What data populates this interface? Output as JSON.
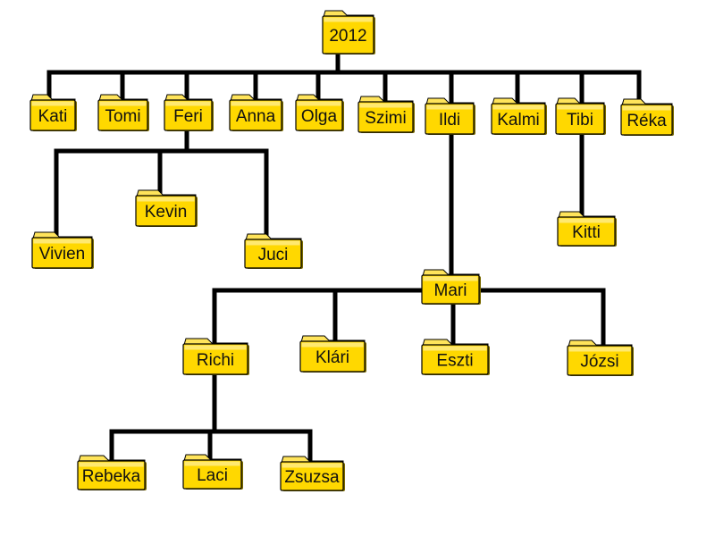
{
  "colors": {
    "folder_fill": "#FFD800",
    "folder_tab": "#FFE45A",
    "folder_border": "#000000",
    "connector": "#000000"
  },
  "icon": "folder-icon",
  "nodes": [
    {
      "id": "root",
      "label": "2012"
    },
    {
      "id": "kati",
      "label": "Kati"
    },
    {
      "id": "tomi",
      "label": "Tomi"
    },
    {
      "id": "feri",
      "label": "Feri"
    },
    {
      "id": "anna",
      "label": "Anna"
    },
    {
      "id": "olga",
      "label": "Olga"
    },
    {
      "id": "szimi",
      "label": "Szimi"
    },
    {
      "id": "ildi",
      "label": "Ildi"
    },
    {
      "id": "kalmi",
      "label": "Kalmi"
    },
    {
      "id": "tibi",
      "label": "Tibi"
    },
    {
      "id": "reka",
      "label": "Réka"
    },
    {
      "id": "vivien",
      "label": "Vivien"
    },
    {
      "id": "kevin",
      "label": "Kevin"
    },
    {
      "id": "juci",
      "label": "Juci"
    },
    {
      "id": "kitti",
      "label": "Kitti"
    },
    {
      "id": "mari",
      "label": "Mari"
    },
    {
      "id": "richi",
      "label": "Richi"
    },
    {
      "id": "klari",
      "label": "Klári"
    },
    {
      "id": "eszti",
      "label": "Eszti"
    },
    {
      "id": "jozsi",
      "label": "Józsi"
    },
    {
      "id": "rebeka",
      "label": "Rebeka"
    },
    {
      "id": "laci",
      "label": "Laci"
    },
    {
      "id": "zsuzsa",
      "label": "Zsuzsa"
    }
  ],
  "edges": [
    {
      "from": "root",
      "to": [
        "kati",
        "tomi",
        "feri",
        "anna",
        "olga",
        "szimi",
        "ildi",
        "kalmi",
        "tibi",
        "reka"
      ]
    },
    {
      "from": "feri",
      "to": [
        "vivien",
        "kevin",
        "juci"
      ]
    },
    {
      "from": "tibi",
      "to": [
        "kitti"
      ]
    },
    {
      "from": "ildi",
      "to": [
        "mari"
      ]
    },
    {
      "from": "mari",
      "to": [
        "richi",
        "klari",
        "eszti",
        "jozsi"
      ]
    },
    {
      "from": "richi",
      "to": [
        "rebeka",
        "laci",
        "zsuzsa"
      ]
    }
  ]
}
